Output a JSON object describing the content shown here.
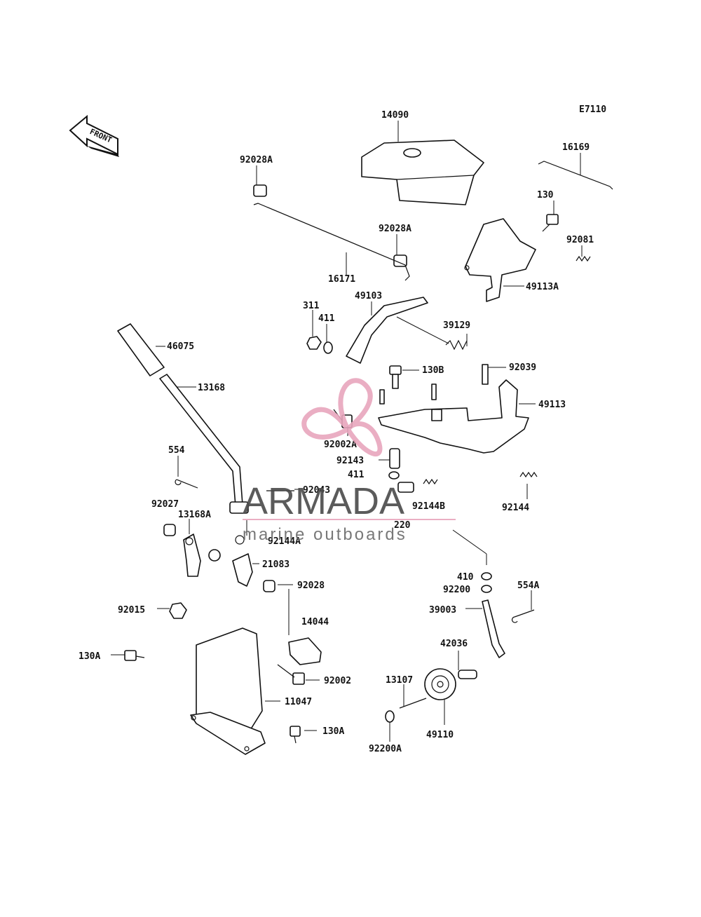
{
  "diagram": {
    "code": "E7110",
    "front_label": "FRONT",
    "parts": [
      {
        "id": "p14090",
        "label": "14090"
      },
      {
        "id": "p16169",
        "label": "16169"
      },
      {
        "id": "p92028A_a",
        "label": "92028A"
      },
      {
        "id": "p92028A_b",
        "label": "92028A"
      },
      {
        "id": "p130",
        "label": "130"
      },
      {
        "id": "p92081",
        "label": "92081"
      },
      {
        "id": "p16171",
        "label": "16171"
      },
      {
        "id": "p49113A",
        "label": "49113A"
      },
      {
        "id": "p311",
        "label": "311"
      },
      {
        "id": "p411_a",
        "label": "411"
      },
      {
        "id": "p49103",
        "label": "49103"
      },
      {
        "id": "p39129",
        "label": "39129"
      },
      {
        "id": "p46075",
        "label": "46075"
      },
      {
        "id": "p130B",
        "label": "130B"
      },
      {
        "id": "p92039",
        "label": "92039"
      },
      {
        "id": "p13168",
        "label": "13168"
      },
      {
        "id": "p49113",
        "label": "49113"
      },
      {
        "id": "p92002A",
        "label": "92002A"
      },
      {
        "id": "p554",
        "label": "554"
      },
      {
        "id": "p92143",
        "label": "92143"
      },
      {
        "id": "p411_b",
        "label": "411"
      },
      {
        "id": "p92043",
        "label": "92043"
      },
      {
        "id": "p92144B",
        "label": "92144B"
      },
      {
        "id": "p92144",
        "label": "92144"
      },
      {
        "id": "p92027",
        "label": "92027"
      },
      {
        "id": "p13168A",
        "label": "13168A"
      },
      {
        "id": "p220",
        "label": "220"
      },
      {
        "id": "p92144A",
        "label": "92144A"
      },
      {
        "id": "p21083",
        "label": "21083"
      },
      {
        "id": "p410",
        "label": "410"
      },
      {
        "id": "p554A",
        "label": "554A"
      },
      {
        "id": "p92028",
        "label": "92028"
      },
      {
        "id": "p92200",
        "label": "92200"
      },
      {
        "id": "p39003",
        "label": "39003"
      },
      {
        "id": "p92015",
        "label": "92015"
      },
      {
        "id": "p14044",
        "label": "14044"
      },
      {
        "id": "p42036",
        "label": "42036"
      },
      {
        "id": "p130A_a",
        "label": "130A"
      },
      {
        "id": "p92002",
        "label": "92002"
      },
      {
        "id": "p13107",
        "label": "13107"
      },
      {
        "id": "p11047",
        "label": "11047"
      },
      {
        "id": "p130A_b",
        "label": "130A"
      },
      {
        "id": "p49110",
        "label": "49110"
      },
      {
        "id": "p92200A",
        "label": "92200A"
      }
    ]
  },
  "watermark": {
    "brand": "ARMADA",
    "tagline": "marine outboards",
    "logo_color": "#e8a6bd",
    "line_color": "#e8a6bd"
  }
}
